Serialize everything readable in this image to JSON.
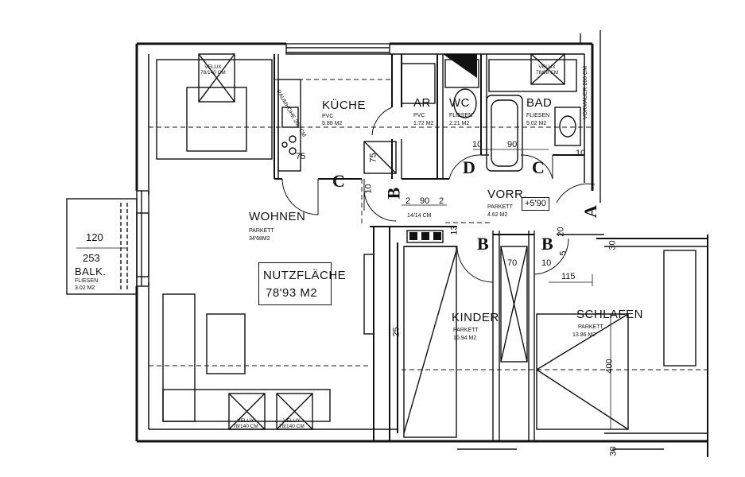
{
  "rooms": {
    "kueche": {
      "name": "KÜCHE",
      "floor": "PVC",
      "area": "5.88 M2"
    },
    "ar": {
      "name": "AR",
      "floor": "PVC",
      "area": "1.72 M2"
    },
    "wc": {
      "name": "WC",
      "floor": "FLIESEN",
      "area": "2.21 M2"
    },
    "bad": {
      "name": "BAD",
      "floor": "FLIESEN",
      "area": "5.02 M2"
    },
    "vorr": {
      "name": "VORR.",
      "floor": "PARKETT",
      "area": "4.62 M2"
    },
    "wohnen": {
      "name": "WOHNEN",
      "floor": "PARKETT",
      "area": "34'68M2"
    },
    "kinder": {
      "name": "KINDER",
      "floor": "PARKETT",
      "area": "10.94 M2"
    },
    "schlafen": {
      "name": "SCHLAFEN",
      "floor": "PARKETT",
      "area": "13.86 M2"
    },
    "balk": {
      "name": "BALK.",
      "floor": "FLIESEN",
      "area": "3.02 M2"
    }
  },
  "nutzflaeche": {
    "label": "NUTZFLÄCHE",
    "value": "78'93 M2"
  },
  "level_marker": "+5'90",
  "velux": {
    "top_left": {
      "name": "VELUX",
      "size": "78/140 CM"
    },
    "top_right": {
      "name": "VELUX",
      "size": "78/98 CM"
    },
    "bottom_left": {
      "name": "VELUX",
      "size": "78/140 CM"
    },
    "bottom_right": {
      "name": "VELUX",
      "size": "78/140 CM"
    }
  },
  "annotations": {
    "raumhoehe": "RAUMHÖHE 260 CM",
    "vormauer": "VORMAUER 260 CM"
  },
  "dimensions": {
    "balk_width": "120",
    "balk_depth": "253",
    "k_75a": "75",
    "k_75b": "75",
    "k_10": "10",
    "r_2a": "2",
    "r_90a": "90",
    "r_2b": "2",
    "r_1414": "14/14 CM",
    "r_13": "13",
    "bad_10a": "10",
    "bad_90": "90",
    "bad_10b": "10",
    "a_20": "20",
    "a_30": "30",
    "c_70": "70",
    "c_10": "10",
    "c_5": "5",
    "c_115": "115",
    "c_25": "25",
    "c_400": "400",
    "c_30": "30"
  },
  "door_marks": {
    "a": "A",
    "b1": "B",
    "b2": "B",
    "b3": "B",
    "c1": "C",
    "c2": "C",
    "d": "D"
  }
}
